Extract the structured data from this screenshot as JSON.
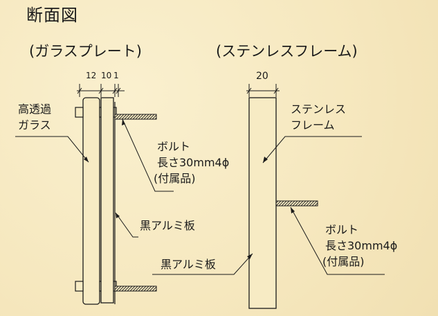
{
  "title": "断面図",
  "glass_plate": {
    "heading": "(ガラスプレート)",
    "dim_a": "12",
    "dim_b": "10",
    "dim_c": "1",
    "glass_label_1": "高透過",
    "glass_label_2": "ガラス",
    "bolt_1": "ボルト",
    "bolt_2": "長さ30mm4ϕ",
    "bolt_3": "(付属品)",
    "black_alu": "黒アルミ板"
  },
  "stainless_frame": {
    "heading": "(ステンレスフレーム)",
    "dim": "20",
    "frame_label_1": "ステンレス",
    "frame_label_2": "フレーム",
    "bolt_1": "ボルト",
    "bolt_2": "長さ30mm4ϕ",
    "bolt_3": "(付属品)",
    "black_alu": "黒アルミ板"
  },
  "colors": {
    "background": "#f7ebc4",
    "line": "#1a1a1a"
  }
}
